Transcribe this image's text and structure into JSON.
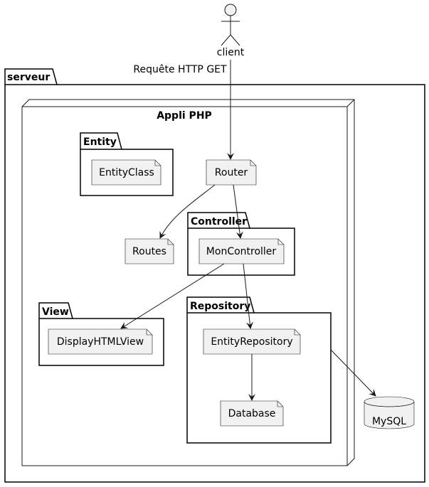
{
  "actor": {
    "label": "client"
  },
  "edges": {
    "request_label": "Requête HTTP GET"
  },
  "packages": {
    "serveur": "serveur",
    "entity": "Entity",
    "controller": "Controller",
    "view": "View",
    "repository": "Repository"
  },
  "node": {
    "appli_php": "Appli PHP"
  },
  "artifacts": {
    "entity_class": "EntityClass",
    "router": "Router",
    "routes": "Routes",
    "mon_controller": "MonController",
    "display_html_view": "DisplayHTMLView",
    "entity_repository": "EntityRepository",
    "database": "Database"
  },
  "database": {
    "mysql": "MySQL"
  },
  "colors": {
    "element_fill": "#f1f1f1",
    "line": "#181818"
  }
}
